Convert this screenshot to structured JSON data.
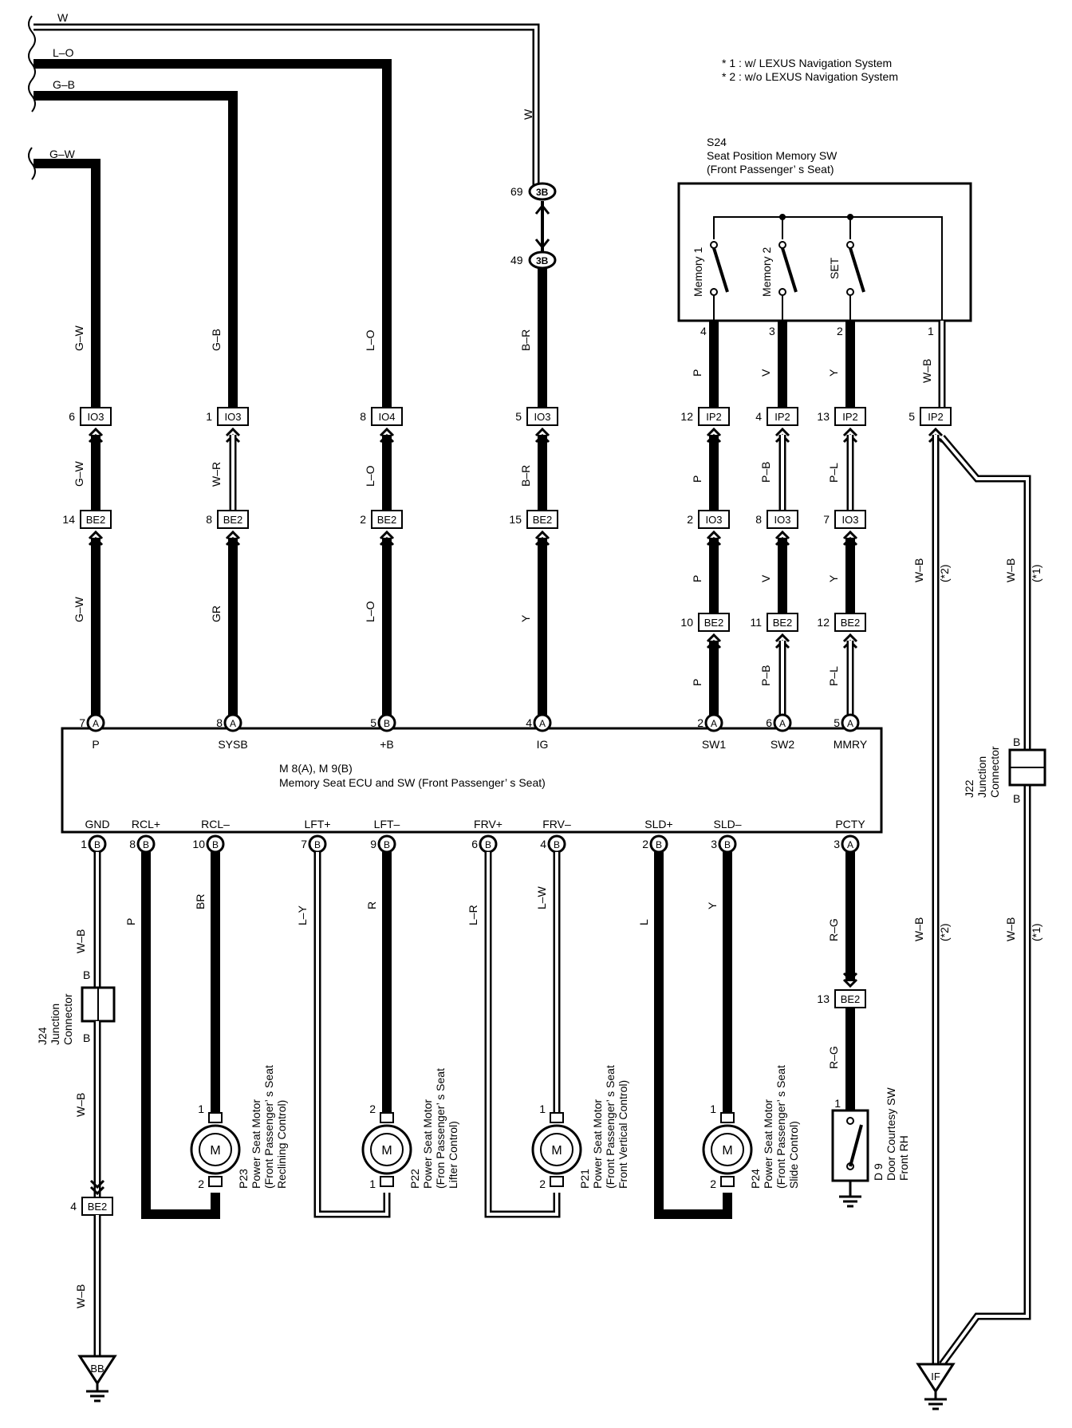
{
  "notes": [
    "* 1 : w/ LEXUS Navigation System",
    "* 2 : w/o LEXUS Navigation System"
  ],
  "feed_wires": [
    "W",
    "L–O",
    "G–B",
    "G–W"
  ],
  "memory_switch": {
    "code": "S24",
    "name": "Seat Position Memory SW",
    "sub": "(Front Passenger’ s Seat)",
    "switches": [
      "Memory 1",
      "Memory 2",
      "SET"
    ],
    "pins": [
      "4",
      "3",
      "2",
      "1"
    ]
  },
  "ecu": {
    "codes": "M 8(A), M 9(B)",
    "name": "Memory Seat ECU and SW (Front Passenger’ s Seat)",
    "top_pins": [
      {
        "label": "P",
        "pin": "7",
        "conn": "A"
      },
      {
        "label": "SYSB",
        "pin": "8",
        "conn": "A"
      },
      {
        "label": "+B",
        "pin": "5",
        "conn": "B"
      },
      {
        "label": "IG",
        "pin": "4",
        "conn": "A"
      },
      {
        "label": "SW1",
        "pin": "2",
        "conn": "A"
      },
      {
        "label": "SW2",
        "pin": "6",
        "conn": "A"
      },
      {
        "label": "MMRY",
        "pin": "5",
        "conn": "A"
      }
    ],
    "bottom_pins": [
      {
        "label": "GND",
        "pin": "1",
        "conn": "B"
      },
      {
        "label": "RCL+",
        "pin": "8",
        "conn": "B"
      },
      {
        "label": "RCL–",
        "pin": "10",
        "conn": "B"
      },
      {
        "label": "LFT+",
        "pin": "7",
        "conn": "B"
      },
      {
        "label": "LFT–",
        "pin": "9",
        "conn": "B"
      },
      {
        "label": "FRV+",
        "pin": "6",
        "conn": "B"
      },
      {
        "label": "FRV–",
        "pin": "4",
        "conn": "B"
      },
      {
        "label": "SLD+",
        "pin": "2",
        "conn": "B"
      },
      {
        "label": "SLD–",
        "pin": "3",
        "conn": "B"
      },
      {
        "label": "PCTY",
        "pin": "3",
        "conn": "A"
      }
    ]
  },
  "upper_wires": [
    {
      "top": "G–W",
      "conn1": "IO3",
      "pin1": "6",
      "mid": "G–W",
      "conn2": "BE2",
      "pin2": "14",
      "low": "G–W"
    },
    {
      "top": "G–B",
      "conn1": "IO3",
      "pin1": "1",
      "mid": "W–R",
      "conn2": "BE2",
      "pin2": "8",
      "low": "GR"
    },
    {
      "top": "L–O",
      "conn1": "IO4",
      "pin1": "8",
      "mid": "L–O",
      "conn2": "BE2",
      "pin2": "2",
      "low": "L–O"
    },
    {
      "top": "B–R",
      "conn1": "IO3",
      "pin1": "5",
      "mid": "B–R",
      "conn2": "BE2",
      "pin2": "15",
      "low": "Y"
    }
  ],
  "ig_joint": {
    "conn": "3B",
    "pin_top": "69",
    "pin_bottom": "49",
    "wire": "W"
  },
  "switch_wires": [
    {
      "w1": "P",
      "c1": "IP2",
      "p1": "12",
      "w2": "P",
      "c2": "IO3",
      "p2": "2",
      "w3": "P",
      "c3": "BE2",
      "p3": "10",
      "w4": "P"
    },
    {
      "w1": "V",
      "c1": "IP2",
      "p1": "4",
      "w2": "P–B",
      "c2": "IO3",
      "p2": "8",
      "w3": "V",
      "c3": "BE2",
      "p3": "11",
      "w4": "P–B"
    },
    {
      "w1": "Y",
      "c1": "IP2",
      "p1": "13",
      "w2": "P–L",
      "c2": "IO3",
      "p2": "7",
      "w3": "Y",
      "c3": "BE2",
      "p3": "12",
      "w4": "P–L"
    }
  ],
  "ground_wire": {
    "w": "W–B",
    "conn": "IP2",
    "pin": "5",
    "note1": "(*2)",
    "note2": "(*1)"
  },
  "junction_j22": {
    "code": "J22",
    "name": "Junction",
    "name2": "Connector",
    "pin": "B"
  },
  "junction_j24": {
    "code": "J24",
    "name": "Junction",
    "name2": "Connector",
    "pin": "B"
  },
  "gnd_chain": {
    "w": "W–B",
    "conn": "BE2",
    "pin": "4",
    "ground": "BB"
  },
  "ground_if": "IF",
  "motor_wires": [
    "P",
    "BR",
    "L–Y",
    "R",
    "L–R",
    "L–W",
    "L",
    "Y"
  ],
  "motors": [
    {
      "code": "P23",
      "name": "Power Seat Motor",
      "sub1": "(Front Passenger’ s Seat",
      "sub2": "Reclining Control)",
      "pin_top": "1",
      "pin_bottom": "2",
      "symbol": "M"
    },
    {
      "code": "P22",
      "name": "Power Seat Motor",
      "sub1": "(Fron Passenger’ s Seat",
      "sub2": "Lifter Control)",
      "pin_top": "2",
      "pin_bottom": "1",
      "symbol": "M"
    },
    {
      "code": "P21",
      "name": "Power Seat Motor",
      "sub1": "(Front Passenger’ s Seat",
      "sub2": "Front Vertical Control)",
      "pin_top": "1",
      "pin_bottom": "2",
      "symbol": "M"
    },
    {
      "code": "P24",
      "name": "Power Seat Motor",
      "sub1": "(Front Passenger’ s Seat",
      "sub2": "Slide Control)",
      "pin_top": "1",
      "pin_bottom": "2",
      "symbol": "M"
    }
  ],
  "courtesy": {
    "wire": "R–G",
    "conn": "BE2",
    "pin": "13",
    "wire2": "R–G",
    "code": "D 9",
    "name": "Door Courtesy SW",
    "sub": "Front RH",
    "pin_sw": "1"
  }
}
